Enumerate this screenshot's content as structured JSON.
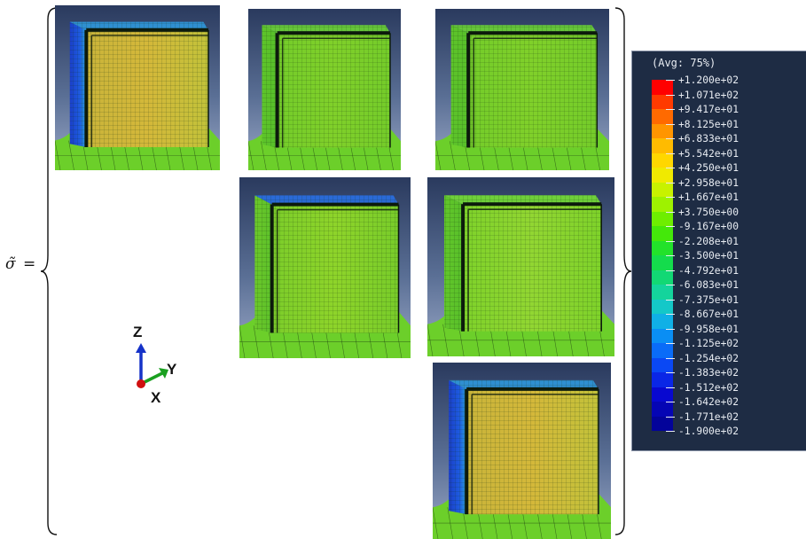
{
  "equation": {
    "lhs": "σ̃",
    "equals": "="
  },
  "axes_triad": {
    "z_label": "Z",
    "y_label": "Y",
    "x_label": "X"
  },
  "panels": [
    {
      "id": "component-1",
      "variant": "blue-left-face"
    },
    {
      "id": "component-2",
      "variant": "green"
    },
    {
      "id": "component-3",
      "variant": "green"
    },
    {
      "id": "component-4",
      "variant": "blue-top-face"
    },
    {
      "id": "component-5",
      "variant": "green-light"
    },
    {
      "id": "component-6",
      "variant": "blue-left-face"
    }
  ],
  "legend": {
    "title": "(Avg: 75%)",
    "tick_labels": [
      "+1.200e+02",
      "+1.071e+02",
      "+9.417e+01",
      "+8.125e+01",
      "+6.833e+01",
      "+5.542e+01",
      "+4.250e+01",
      "+2.958e+01",
      "+1.667e+01",
      "+3.750e+00",
      "-9.167e+00",
      "-2.208e+01",
      "-3.500e+01",
      "-4.792e+01",
      "-6.083e+01",
      "-7.375e+01",
      "-8.667e+01",
      "-9.958e+01",
      "-1.125e+02",
      "-1.254e+02",
      "-1.383e+02",
      "-1.512e+02",
      "-1.642e+02",
      "-1.771e+02",
      "-1.900e+02"
    ],
    "band_colors": [
      "#ff0000",
      "#ff3a00",
      "#ff6a00",
      "#ff9500",
      "#ffbb00",
      "#ffd700",
      "#f0ea00",
      "#c8f200",
      "#9ef200",
      "#6eee00",
      "#44e80a",
      "#22e22a",
      "#14dc4c",
      "#12d874",
      "#14d49c",
      "#14c8c8",
      "#10b0e6",
      "#0a8ef4",
      "#0a6cf8",
      "#0a48f4",
      "#0a26e6",
      "#0808d0",
      "#0505b4",
      "#03039a"
    ]
  }
}
